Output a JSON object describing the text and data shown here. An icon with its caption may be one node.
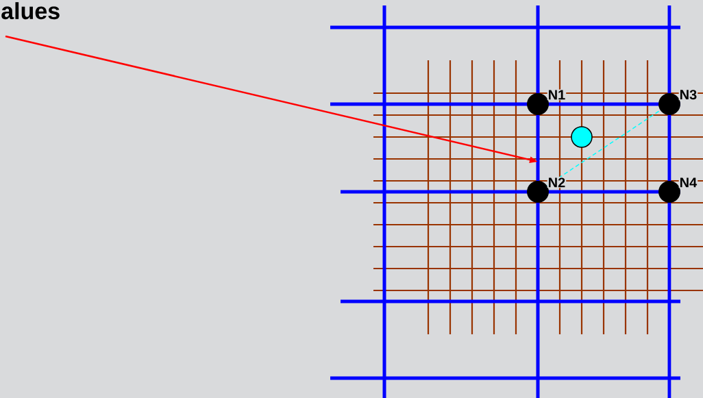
{
  "diagram": {
    "nodes": [
      {
        "text": [
          "alues"
        ]
      },
      {
        "text": [],
        "shape": "circle",
        "beside": [
          "N1"
        ]
      },
      {
        "text": [],
        "shape": "circle",
        "beside": [
          "N3"
        ]
      },
      {
        "text": [],
        "shape": "circle"
      },
      {
        "text": [],
        "shape": "circle",
        "beside": [
          "N2"
        ]
      },
      {
        "text": [],
        "shape": "circle",
        "beside": [
          "N4"
        ]
      }
    ],
    "edges": [
      {
        "from": 0,
        "to": null,
        "arrow": "to",
        "color": "#ff0000"
      },
      {
        "from": 4,
        "to": 2,
        "arrow": "none",
        "style": "dashed",
        "color": "#00ffff"
      }
    ]
  }
}
